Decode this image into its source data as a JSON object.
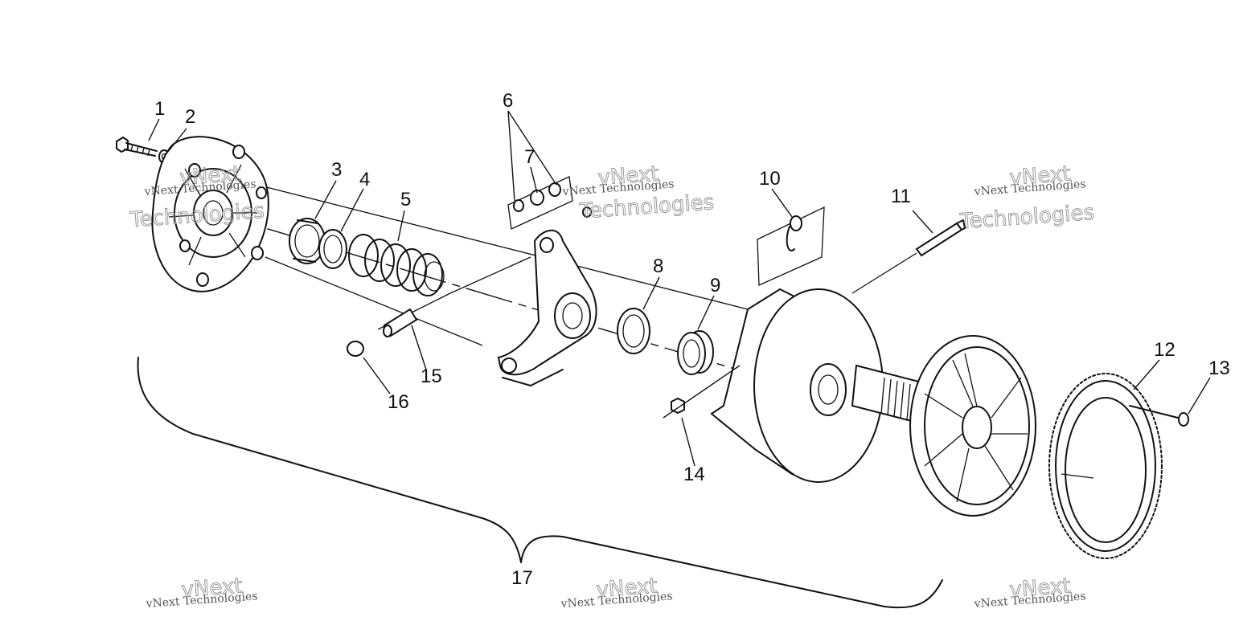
{
  "callouts": [
    "1",
    "2",
    "3",
    "4",
    "5",
    "6",
    "7",
    "8",
    "9",
    "10",
    "11",
    "12",
    "13",
    "14",
    "15",
    "16",
    "17"
  ],
  "watermark": {
    "company": "vNext Technologies",
    "brand_word1": "vNext",
    "brand_word2": "Technologies"
  }
}
